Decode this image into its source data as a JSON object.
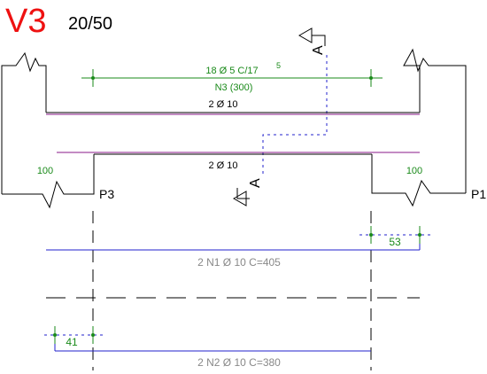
{
  "beam": {
    "id": "V3",
    "section": "20/50",
    "support_left": "P3",
    "support_right": "P1",
    "section_mark": "A"
  },
  "stirrups": {
    "label": "18 Ø 5 C/17",
    "hook": "5",
    "position_label": "N3   (300)"
  },
  "bars": {
    "top_label": "2 Ø 10",
    "bottom_label": "2 Ø 10",
    "left_support_width": "100",
    "right_support_width": "100"
  },
  "detail_n1": {
    "label": "2 N1 Ø 10 C=405",
    "anchor": "53"
  },
  "detail_n2": {
    "label": "2 N2 Ø 10 C=380",
    "anchor": "41"
  },
  "colors": {
    "title": "#ee1111",
    "stirrup": "#1a8a1a",
    "rebar": "#2222cc",
    "longitudinal": "#8a1a8a",
    "text_gray": "#888888",
    "outline": "#000000"
  }
}
